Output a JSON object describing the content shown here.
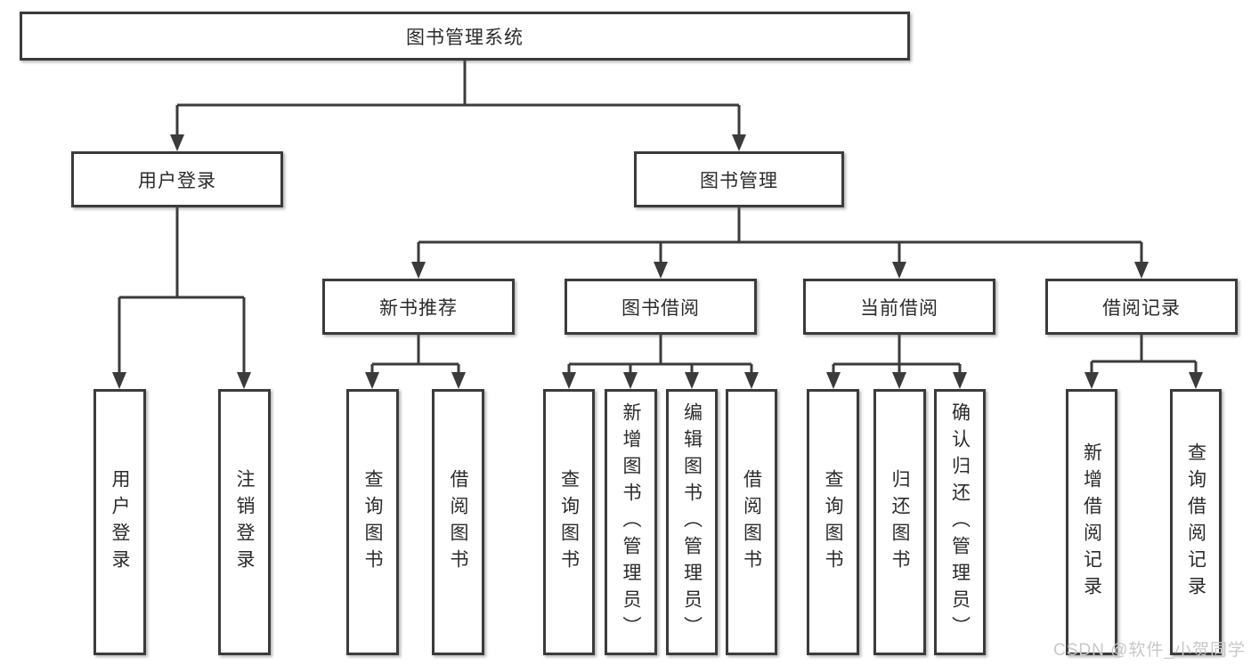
{
  "tree": {
    "label": "图书管理系统",
    "children": [
      {
        "label": "用户登录",
        "children": [
          {
            "label": "用户登录"
          },
          {
            "label": "注销登录"
          }
        ]
      },
      {
        "label": "图书管理",
        "children": [
          {
            "label": "新书推荐",
            "children": [
              {
                "label": "查询图书"
              },
              {
                "label": "借阅图书"
              }
            ]
          },
          {
            "label": "图书借阅",
            "children": [
              {
                "label": "查询图书"
              },
              {
                "label": "新增图书（管理员）"
              },
              {
                "label": "编辑图书（管理员）"
              },
              {
                "label": "借阅图书"
              }
            ]
          },
          {
            "label": "当前借阅",
            "children": [
              {
                "label": "查询图书"
              },
              {
                "label": "归还图书"
              },
              {
                "label": "确认归还（管理员）"
              }
            ]
          },
          {
            "label": "借阅记录",
            "children": [
              {
                "label": "新增借阅记录"
              },
              {
                "label": "查询借阅记录"
              }
            ]
          }
        ]
      }
    ]
  },
  "watermark": {
    "text": "CSDN @软件_小贺同学"
  },
  "colors": {
    "line": "#3b3b3b",
    "text": "#2b2b2b",
    "watermark": "#c8c8c8",
    "background": "#ffffff"
  }
}
